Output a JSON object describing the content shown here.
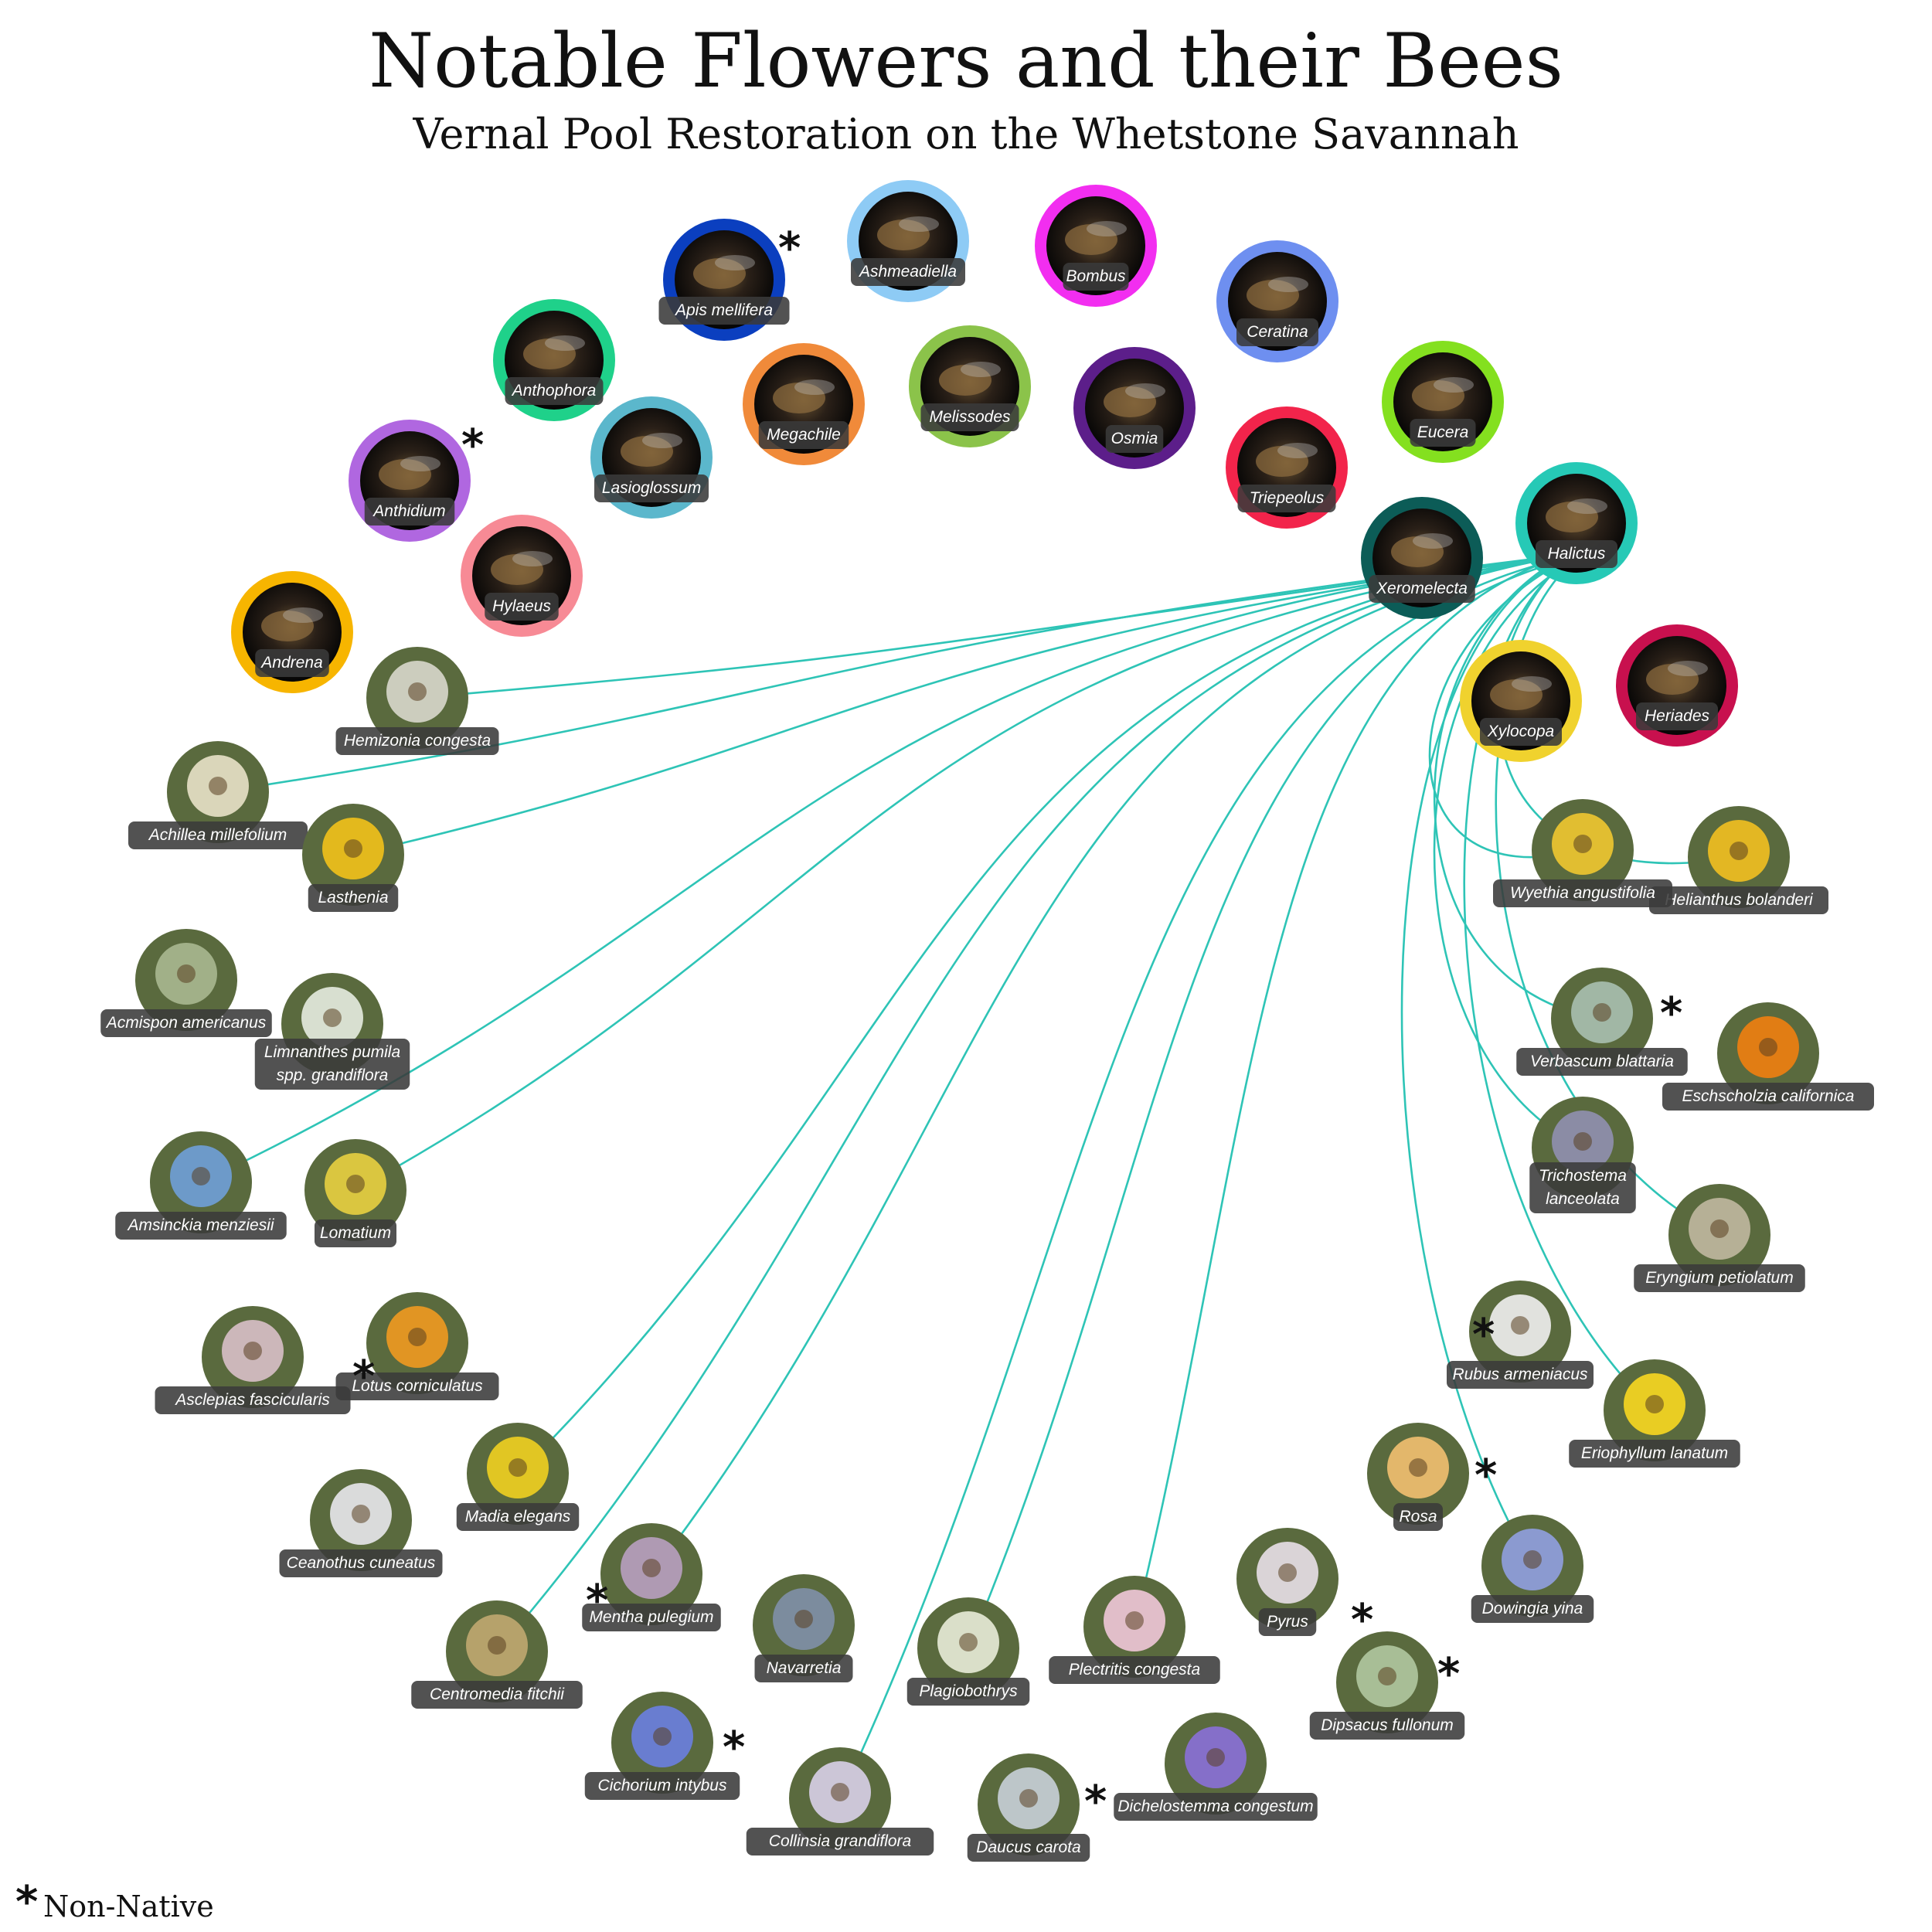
{
  "title": "Notable Flowers and their Bees",
  "subtitle": "Vernal Pool Restoration on the Whetstone Savannah",
  "legend": {
    "symbol": "*",
    "label": "Non-Native"
  },
  "link_color": "#2ec4b6",
  "bees": [
    {
      "id": "andrena",
      "name": "Andrena",
      "ring": "#f7b500",
      "non_native": false
    },
    {
      "id": "hylaeus",
      "name": "Hylaeus",
      "ring": "#f78a95",
      "non_native": false
    },
    {
      "id": "anthidium",
      "name": "Anthidium",
      "ring": "#b067e0",
      "non_native": true
    },
    {
      "id": "lasioglossum",
      "name": "Lasioglossum",
      "ring": "#5bb7cc",
      "non_native": false
    },
    {
      "id": "anthophora",
      "name": "Anthophora",
      "ring": "#1fd18a",
      "non_native": false
    },
    {
      "id": "megachile",
      "name": "Megachile",
      "ring": "#f08a3a",
      "non_native": false
    },
    {
      "id": "apis",
      "name": "Apis mellifera",
      "ring": "#0b3fbf",
      "non_native": true
    },
    {
      "id": "melissodes",
      "name": "Melissodes",
      "ring": "#8bc34a",
      "non_native": false
    },
    {
      "id": "ashmeadiella",
      "name": "Ashmeadiella",
      "ring": "#8ecbf5",
      "non_native": false
    },
    {
      "id": "osmia",
      "name": "Osmia",
      "ring": "#5c1e8a",
      "non_native": false
    },
    {
      "id": "bombus",
      "name": "Bombus",
      "ring": "#f22ef0",
      "non_native": false
    },
    {
      "id": "triepeolus",
      "name": "Triepeolus",
      "ring": "#f2244b",
      "non_native": false
    },
    {
      "id": "ceratina",
      "name": "Ceratina",
      "ring": "#6e8ff0",
      "non_native": false
    },
    {
      "id": "xeromelecta",
      "name": "Xeromelecta",
      "ring": "#0c5c57",
      "non_native": false
    },
    {
      "id": "eucera",
      "name": "Eucera",
      "ring": "#84e01f",
      "non_native": false
    },
    {
      "id": "halictus",
      "name": "Halictus",
      "ring": "#26c9b6",
      "non_native": false
    },
    {
      "id": "xylocopa",
      "name": "Xylocopa",
      "ring": "#f0d22e",
      "non_native": false
    },
    {
      "id": "heriades",
      "name": "Heriades",
      "ring": "#c8104e",
      "non_native": false
    }
  ],
  "flowers": [
    {
      "id": "hemizonia",
      "lines": [
        "Hemizonia congesta"
      ],
      "non_native": false,
      "linked": true
    },
    {
      "id": "achillea",
      "lines": [
        "Achillea millefolium"
      ],
      "non_native": false,
      "linked": true
    },
    {
      "id": "lasthenia",
      "lines": [
        "Lasthenia"
      ],
      "non_native": false,
      "linked": true
    },
    {
      "id": "acmispon",
      "lines": [
        "Acmispon americanus"
      ],
      "non_native": false,
      "linked": false
    },
    {
      "id": "limnanthes",
      "lines": [
        "Limnanthes pumila",
        "spp. grandiflora"
      ],
      "non_native": false,
      "linked": false
    },
    {
      "id": "amsinckia",
      "lines": [
        "Amsinckia menziesii"
      ],
      "non_native": false,
      "linked": true
    },
    {
      "id": "lomatium",
      "lines": [
        "Lomatium"
      ],
      "non_native": false,
      "linked": true
    },
    {
      "id": "asclepias",
      "lines": [
        "Asclepias fascicularis"
      ],
      "non_native": false,
      "linked": false
    },
    {
      "id": "lotus",
      "lines": [
        "Lotus corniculatus"
      ],
      "non_native": true,
      "linked": false
    },
    {
      "id": "madia",
      "lines": [
        "Madia elegans"
      ],
      "non_native": false,
      "linked": true
    },
    {
      "id": "ceanothus",
      "lines": [
        "Ceanothus cuneatus"
      ],
      "non_native": false,
      "linked": false
    },
    {
      "id": "mentha",
      "lines": [
        "Mentha pulegium"
      ],
      "non_native": true,
      "linked": true
    },
    {
      "id": "centromedia",
      "lines": [
        "Centromedia fitchii"
      ],
      "non_native": false,
      "linked": true
    },
    {
      "id": "navarretia",
      "lines": [
        "Navarretia"
      ],
      "non_native": false,
      "linked": false
    },
    {
      "id": "cichorium",
      "lines": [
        "Cichorium intybus"
      ],
      "non_native": true,
      "linked": false
    },
    {
      "id": "collinsia",
      "lines": [
        "Collinsia grandiflora"
      ],
      "non_native": false,
      "linked": true
    },
    {
      "id": "plagiobothrys",
      "lines": [
        "Plagiobothrys"
      ],
      "non_native": false,
      "linked": true
    },
    {
      "id": "daucus",
      "lines": [
        "Daucus carota"
      ],
      "non_native": true,
      "linked": false
    },
    {
      "id": "plectritis",
      "lines": [
        "Plectritis congesta"
      ],
      "non_native": false,
      "linked": true
    },
    {
      "id": "dichelostemma",
      "lines": [
        "Dichelostemma congestum"
      ],
      "non_native": false,
      "linked": false
    },
    {
      "id": "pyrus",
      "lines": [
        "Pyrus"
      ],
      "non_native": true,
      "linked": false
    },
    {
      "id": "dipsacus",
      "lines": [
        "Dipsacus fullonum"
      ],
      "non_native": true,
      "linked": false
    },
    {
      "id": "dowingia",
      "lines": [
        "Dowingia yina"
      ],
      "non_native": false,
      "linked": true
    },
    {
      "id": "rosa",
      "lines": [
        "Rosa"
      ],
      "non_native": true,
      "linked": false
    },
    {
      "id": "eriophyllum",
      "lines": [
        "Eriophyllum lanatum"
      ],
      "non_native": false,
      "linked": true
    },
    {
      "id": "rubus",
      "lines": [
        "Rubus armeniacus"
      ],
      "non_native": true,
      "linked": false
    },
    {
      "id": "eryngium",
      "lines": [
        "Eryngium petiolatum"
      ],
      "non_native": false,
      "linked": true
    },
    {
      "id": "trichostema",
      "lines": [
        "Trichostema",
        "lanceolata"
      ],
      "non_native": false,
      "linked": true
    },
    {
      "id": "eschscholzia",
      "lines": [
        "Eschscholzia californica"
      ],
      "non_native": false,
      "linked": false
    },
    {
      "id": "verbascum",
      "lines": [
        "Verbascum blattaria"
      ],
      "non_native": true,
      "linked": true
    },
    {
      "id": "helianthus",
      "lines": [
        "Helianthus bolanderi"
      ],
      "non_native": false,
      "linked": true
    },
    {
      "id": "wyethia",
      "lines": [
        "Wyethia angustifolia"
      ],
      "non_native": false,
      "linked": true
    }
  ],
  "links_from": "halictus"
}
